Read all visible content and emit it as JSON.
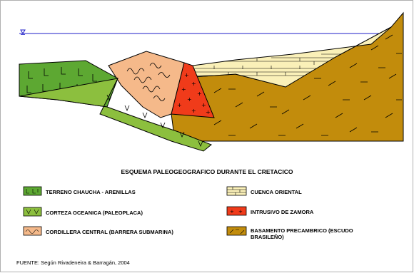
{
  "title": "ESQUEMA PALEOGEOGRAFICO DURANTE EL CRETACICO",
  "source": "FUENTE: Según Rivadeneira & Barragán,  2004",
  "colors": {
    "terreno_chaucha": "#5da832",
    "corteza_oceanica": "#8cbf3e",
    "cordillera_central": "#f5b98a",
    "cuenca_oriental": "#faf0b8",
    "intrusivo_zamora": "#f03b1a",
    "basamento": "#c28c0c",
    "sea_level": "#1c1cc8"
  },
  "legend": [
    {
      "id": "terreno",
      "label": "TERRENO CHAUCHA - ARENILLAS",
      "pattern": "terreno_chaucha"
    },
    {
      "id": "corteza",
      "label": "CORTEZA OCEANICA (PALEOPLACA)",
      "pattern": "corteza_oceanica"
    },
    {
      "id": "cordillera",
      "label": "CORDILLERA CENTRAL (BARRERA SUBMARINA)",
      "pattern": "cordillera_central"
    },
    {
      "id": "cuenca",
      "label": "CUENCA ORIENTAL",
      "pattern": "cuenca_oriental"
    },
    {
      "id": "intrusivo",
      "label": "INTRUSIVO DE ZAMORA",
      "pattern": "intrusivo_zamora"
    },
    {
      "id": "basamento",
      "label": "BASAMENTO PRECAMBRICO (ESCUDO BRASILEÑO)",
      "pattern": "basamento"
    }
  ]
}
